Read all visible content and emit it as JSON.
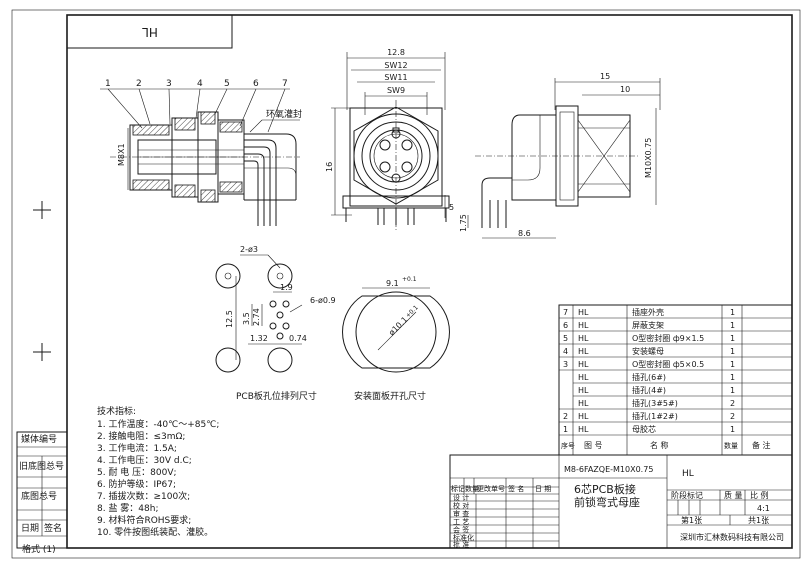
{
  "title_box": {
    "mirror_text": "HL"
  },
  "part_labels": [
    "1",
    "2",
    "3",
    "4",
    "5",
    "6",
    "7"
  ],
  "callout_epoxy": "环氧灌封",
  "side_view": {
    "dim_m8": "M8X1"
  },
  "front_view": {
    "dim_width": "12.8",
    "dim_sw12": "SW12",
    "dim_sw11": "SW11",
    "dim_sw9": "SW9",
    "dim_height": "16",
    "dim_gap": "5"
  },
  "right_view": {
    "dim_15": "15",
    "dim_10": "10",
    "dim_thread": "M10X0.75",
    "dim_175": "1.75",
    "dim_86": "8.6"
  },
  "pcb_layout": {
    "label_holes_big": "2-ø3",
    "label_holes_small": "6-ø0.9",
    "dim_19": "1.9",
    "dim_125": "12.5",
    "dim_35": "3.5",
    "dim_274": "2.74",
    "dim_132": "1.32",
    "dim_074": "0.74",
    "caption": "PCB板孔位排列尺寸"
  },
  "panel_cutout": {
    "dim_91": "9.1",
    "tol_91": "+0.1",
    "dim_dia": "ø10.1",
    "tol_dia": "+0.1",
    "caption": "安装面板开孔尺寸"
  },
  "specs": {
    "heading": "技术指标:",
    "lines": [
      "1. 工作温度：-40℃～+85℃;",
      "2. 接触电阻：≤3mΩ;",
      "3. 工作电流：1.5A;",
      "4. 工作电压：30V d.C;",
      "5. 耐  电  压：800V;",
      "6. 防护等级：IP67;",
      "7. 插拔次数：≥100次;",
      "8. 盐    雾：48h;",
      "9. 材料符合ROHS要求;",
      "10. 零件按图纸装配、灌胶。"
    ]
  },
  "bom": {
    "rows": [
      {
        "no": "7",
        "code": "HL",
        "name": "插座外壳",
        "qty": "1"
      },
      {
        "no": "6",
        "code": "HL",
        "name": "屏蔽支架",
        "qty": "1"
      },
      {
        "no": "5",
        "code": "HL",
        "name": "O型密封圈 ф9×1.5",
        "qty": "1"
      },
      {
        "no": "4",
        "code": "HL",
        "name": "安装螺母",
        "qty": "1"
      },
      {
        "no": "3",
        "code": "HL",
        "name": "O型密封圈 ф5×0.5",
        "qty": "1"
      },
      {
        "no": "",
        "code": "HL",
        "name": "插孔(6#)",
        "qty": "1"
      },
      {
        "no": "",
        "code": "HL",
        "name": "插孔(4#)",
        "qty": "1"
      },
      {
        "no": "",
        "code": "HL",
        "name": "插孔(3#5#)",
        "qty": "2"
      },
      {
        "no": "2",
        "code": "HL",
        "name": "插孔(1#2#)",
        "qty": "2"
      },
      {
        "no": "1",
        "code": "HL",
        "name": "母胶芯",
        "qty": "1"
      }
    ],
    "header": {
      "no": "序号",
      "code": "图    号",
      "name": "名      称",
      "qty": "数量",
      "note": "备  注"
    }
  },
  "title_block": {
    "model": "M8-6FAZQE-M10X0.75",
    "title_line1": "6芯PCB板接",
    "title_line2": "前锁弯式母座",
    "company_code": "HL",
    "stage_label": "阶段标记",
    "weight_label": "质  量",
    "scale_label": "比  例",
    "scale_value": "4:1",
    "sheet_label": "第1张",
    "total_label": "共1张",
    "company": "深圳市汇林数码科技有限公司",
    "rev_headers": [
      "标记",
      "数量",
      "更改单号",
      "签  名",
      "日  期"
    ],
    "roles": [
      "设 计",
      "校 对",
      "审 查",
      "工 艺",
      "会 签",
      "标准化",
      "批 准"
    ]
  },
  "side_strip": {
    "labels": [
      "媒体编号",
      "旧底图总号",
      "底图总号",
      "日期",
      "签名"
    ],
    "format": "格式 (1)"
  }
}
